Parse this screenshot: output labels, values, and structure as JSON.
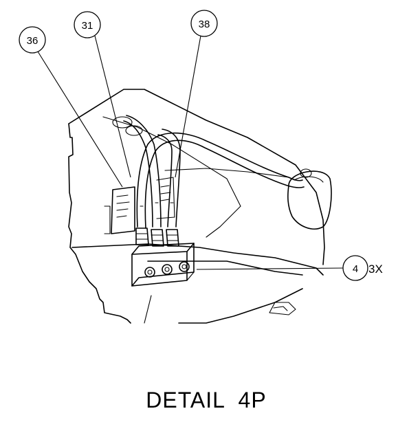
{
  "callouts": {
    "c36": "36",
    "c31": "31",
    "c38": "38",
    "c4": "4"
  },
  "quantity_note": "3X",
  "title": "DETAIL  4P"
}
